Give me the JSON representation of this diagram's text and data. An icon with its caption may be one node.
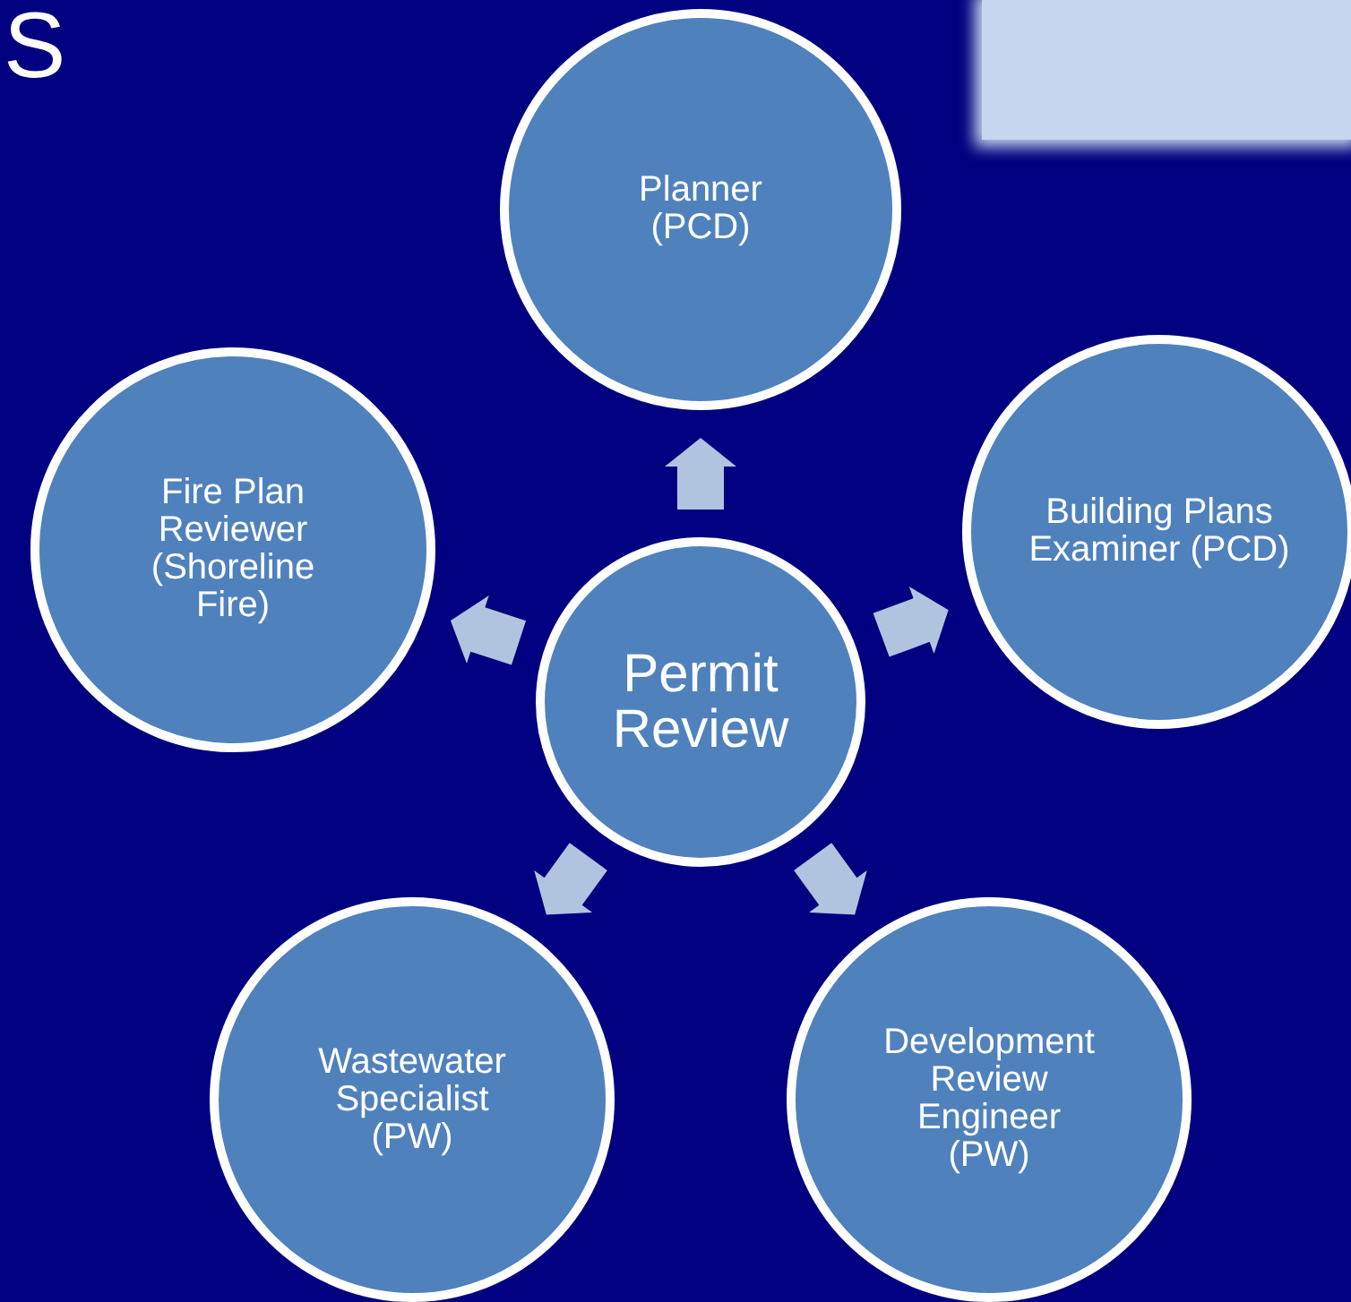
{
  "diagram": {
    "nodes": [
      {
        "text": [
          "Permit Review"
        ]
      },
      {
        "text": [
          "Planner (PCD)"
        ]
      },
      {
        "text": [
          "Building Plans Examiner (PCD)"
        ]
      },
      {
        "text": [
          "Development Review Engineer (PW)"
        ]
      },
      {
        "text": [
          "Wastewater Specialist (PW)"
        ]
      },
      {
        "text": [
          "Fire Plan Reviewer (Shoreline Fire)"
        ]
      },
      {
        "text": [],
        "shape": "box"
      }
    ],
    "edges": [
      {
        "from": 0,
        "to": 1,
        "arrow": "to"
      },
      {
        "from": 0,
        "to": 2,
        "arrow": "to"
      },
      {
        "from": 0,
        "to": 3,
        "arrow": "to"
      },
      {
        "from": 0,
        "to": 4,
        "arrow": "to"
      },
      {
        "from": 0,
        "to": 5,
        "arrow": "to"
      }
    ],
    "labels": [
      "S"
    ]
  }
}
